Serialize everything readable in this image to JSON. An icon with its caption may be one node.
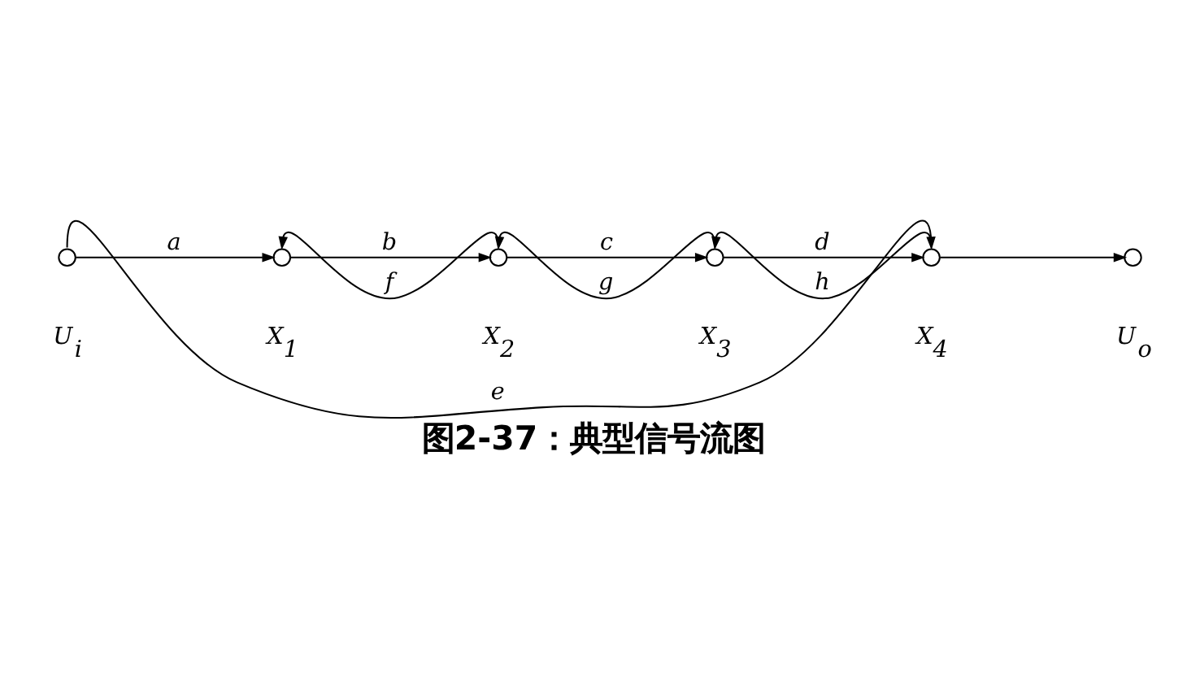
{
  "diagram": {
    "caption": "图2-37：典型信号流图",
    "nodes": [
      {
        "text": [],
        "shape": "circle",
        "beside": [
          "U$_{i}$"
        ]
      },
      {
        "text": [],
        "shape": "circle",
        "beside": [
          "X$_{1}$"
        ]
      },
      {
        "text": [],
        "shape": "circle",
        "beside": [
          "X$_{2}$"
        ]
      },
      {
        "text": [],
        "shape": "circle",
        "beside": [
          "X$_{3}$"
        ]
      },
      {
        "text": [],
        "shape": "circle",
        "beside": [
          "X$_{4}$"
        ]
      },
      {
        "text": [],
        "shape": "circle",
        "beside": [
          "U$_{o}$"
        ]
      }
    ],
    "edges": [
      {
        "from": 0,
        "to": 1,
        "arrow": "to",
        "label": "a"
      },
      {
        "from": 1,
        "to": 2,
        "arrow": "to",
        "label": "b"
      },
      {
        "from": 2,
        "to": 3,
        "arrow": "to",
        "label": "c"
      },
      {
        "from": 3,
        "to": 4,
        "arrow": "to",
        "label": "d"
      },
      {
        "from": 4,
        "to": 5,
        "arrow": "to"
      },
      {
        "from": 0,
        "to": 4,
        "arrow": "to",
        "label": "e"
      },
      {
        "from": 3,
        "to": 2,
        "arrow": "to",
        "label": "g"
      },
      {
        "from": 2,
        "to": 1,
        "arrow": "to",
        "label": "f"
      },
      {
        "from": 4,
        "to": 3,
        "arrow": "to",
        "label": "h"
      }
    ]
  }
}
